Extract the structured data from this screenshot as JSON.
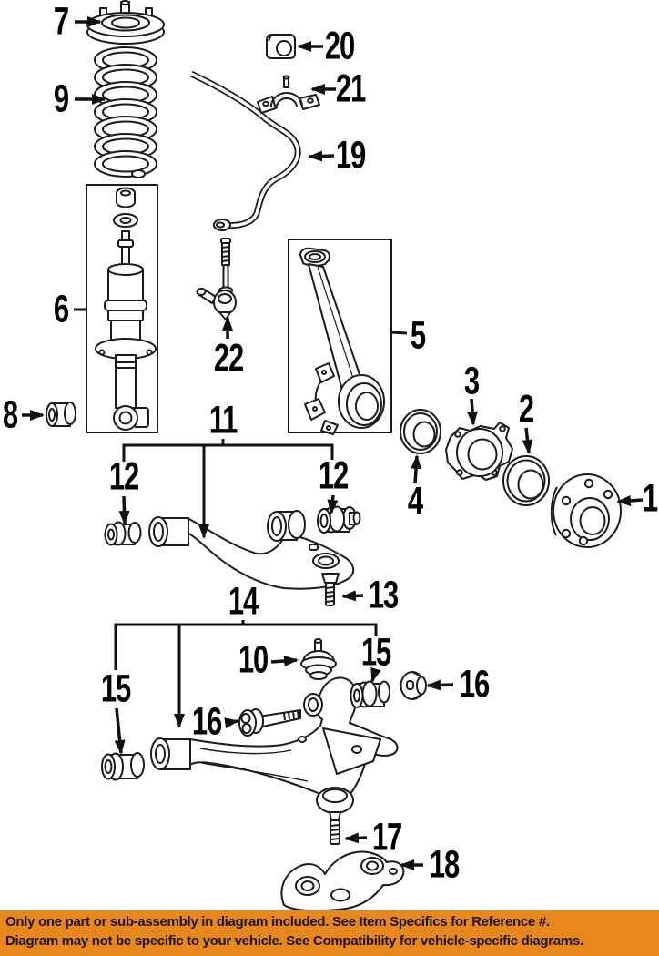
{
  "banner": {
    "background_color": "#E6881E",
    "text_color": "#1F1002",
    "line1": "Only one part or sub-assembly in diagram included. See Item Specifics for Reference #.",
    "line2": "Diagram may not be specific to your vehicle. See Compatibility for vehicle-specific diagrams."
  },
  "diagram": {
    "line_color": "#1b1b1b",
    "background": "#ffffff",
    "callouts": {
      "c1": {
        "num": "1"
      },
      "c2": {
        "num": "2"
      },
      "c3": {
        "num": "3"
      },
      "c4": {
        "num": "4"
      },
      "c5": {
        "num": "5"
      },
      "c6": {
        "num": "6"
      },
      "c7": {
        "num": "7"
      },
      "c8": {
        "num": "8"
      },
      "c9": {
        "num": "9"
      },
      "c10": {
        "num": "10"
      },
      "c11": {
        "num": "11"
      },
      "c12a": {
        "num": "12"
      },
      "c12b": {
        "num": "12"
      },
      "c13": {
        "num": "13"
      },
      "c14": {
        "num": "14"
      },
      "c15a": {
        "num": "15"
      },
      "c15b": {
        "num": "15"
      },
      "c16a": {
        "num": "16"
      },
      "c16b": {
        "num": "16"
      },
      "c17": {
        "num": "17"
      },
      "c18": {
        "num": "18"
      },
      "c19": {
        "num": "19"
      },
      "c20": {
        "num": "20"
      },
      "c21": {
        "num": "21"
      },
      "c22": {
        "num": "22"
      }
    }
  }
}
